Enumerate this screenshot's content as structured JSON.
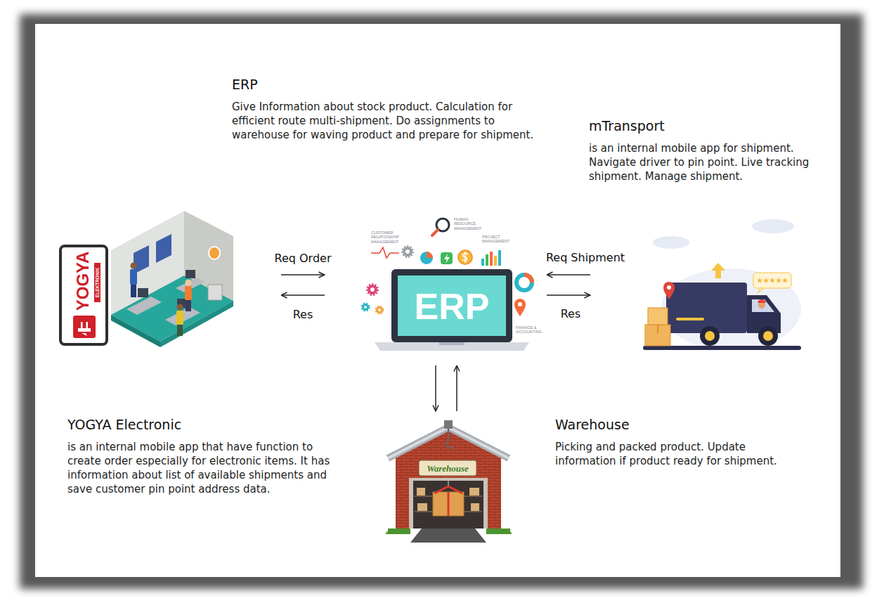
{
  "diagram": {
    "nodes": [
      {
        "text": [
          "ERP",
          "Give Information about stock product. Calculation for efficient route multi-shipment. Do assignments to warehouse for waving product and prepare for shipment."
        ]
      },
      {
        "text": [
          "mTransport",
          "is an internal mobile app for shipment. Navigate driver to pin point. Live tracking shipment. Manage shipment."
        ]
      },
      {
        "text": [
          "YOGYA Electronic",
          "is an internal mobile app that have function to create order especially for electronic items. It has information about list of available shipments and save customer pin point address data."
        ]
      },
      {
        "text": [
          "Warehouse",
          "Picking and packed product. Update information if product ready for shipment."
        ]
      }
    ],
    "edges": [
      {
        "from": 2,
        "to": 0,
        "label": "Req Order",
        "arrow": "to"
      },
      {
        "from": 0,
        "to": 2,
        "label": "Res",
        "arrow": "to"
      },
      {
        "from": 1,
        "to": 0,
        "label": "Req Shipment",
        "arrow": "to"
      },
      {
        "from": 0,
        "to": 1,
        "label": "Res",
        "arrow": "to"
      },
      {
        "from": 0,
        "to": 3,
        "arrow": "to"
      },
      {
        "from": 3,
        "to": 0,
        "arrow": "to"
      }
    ],
    "labels": [
      "YOGYA",
      "ELEKTRONIK",
      "CUSTOMER RELATIONSHIP MANAGEMENT",
      "HUMAN RESOURCE MANAGEMENT",
      "PROJECT MANAGEMENT",
      "ERP",
      "FINANCE & ACCOUNTING",
      "Warehouse"
    ]
  }
}
